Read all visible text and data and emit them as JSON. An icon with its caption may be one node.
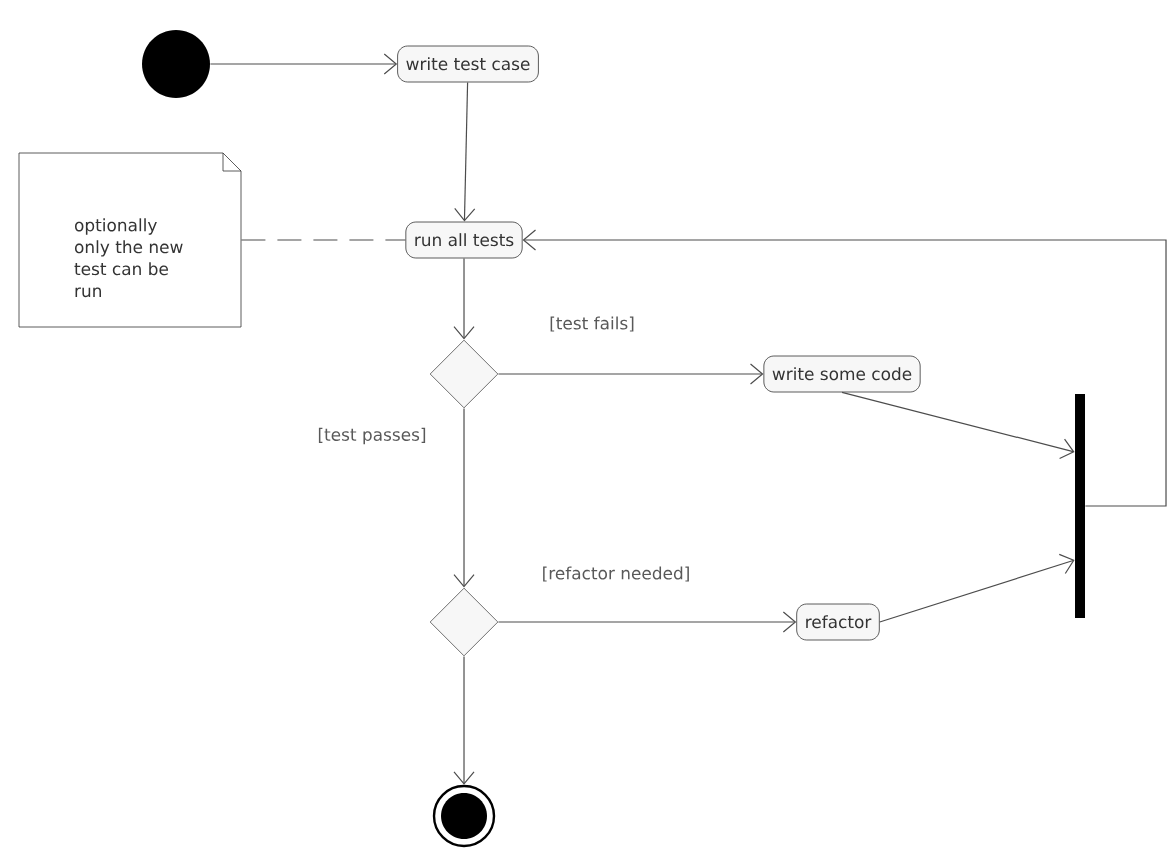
{
  "diagram": {
    "nodes": [
      {
        "text": [],
        "shape": "circle"
      },
      {
        "text": [
          "write test case"
        ]
      },
      {
        "text": [
          "optionally only the new test can be run"
        ]
      },
      {
        "text": [
          "run all tests"
        ]
      },
      {
        "text": [],
        "shape": "diamond"
      },
      {
        "text": [
          "write some code"
        ]
      },
      {
        "text": [],
        "shape": "diamond"
      },
      {
        "text": [
          "refactor"
        ]
      },
      {
        "text": [],
        "shape": "bar"
      },
      {
        "text": [],
        "shape": "circle"
      }
    ],
    "edges": [
      {
        "from": 0,
        "to": 1,
        "arrow": "to"
      },
      {
        "from": 1,
        "to": 3,
        "arrow": "to"
      },
      {
        "from": 2,
        "to": 3,
        "arrow": "none",
        "style": "dashed"
      },
      {
        "from": 3,
        "to": 4,
        "arrow": "to"
      },
      {
        "from": 4,
        "to": 5,
        "arrow": "to",
        "label": "[test fails]"
      },
      {
        "from": 4,
        "to": 6,
        "arrow": "to",
        "label": "[test passes]"
      },
      {
        "from": 5,
        "to": 8,
        "arrow": "to"
      },
      {
        "from": 6,
        "to": 7,
        "arrow": "to",
        "label": "[refactor needed]"
      },
      {
        "from": 6,
        "to": 9,
        "arrow": "to"
      },
      {
        "from": 7,
        "to": 8,
        "arrow": "to"
      },
      {
        "from": 8,
        "to": 3,
        "arrow": "to"
      }
    ]
  }
}
